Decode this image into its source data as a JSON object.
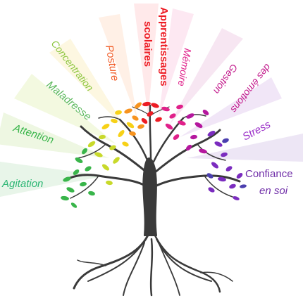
{
  "labels": {
    "agitation": "Agitation",
    "attention": "Attention",
    "maladresse": "Maladresse",
    "concentration": "Concentration",
    "posture": "Posture",
    "apprentissages_line1": "Apprentissages",
    "apprentissages_line2": "scolaires",
    "memoire": "Mémoire",
    "gestion_line1": "Gestion",
    "gestion_line2": "des émotions",
    "stress": "Stress",
    "confiance_line1": "Confiance",
    "confiance_line2": "en soi"
  },
  "colors": {
    "agitation": "#2bb673",
    "attention": "#39b54a",
    "maladresse": "#5cb85c",
    "concentration": "#8cc63f",
    "posture": "#f15a24",
    "apprentissages": "#ed1c24",
    "memoire": "#e0218a",
    "gestion": "#c2188b",
    "stress": "#9b30c8",
    "confiance": "#6f2da8",
    "tree_trunk": "#3a3a3a"
  }
}
